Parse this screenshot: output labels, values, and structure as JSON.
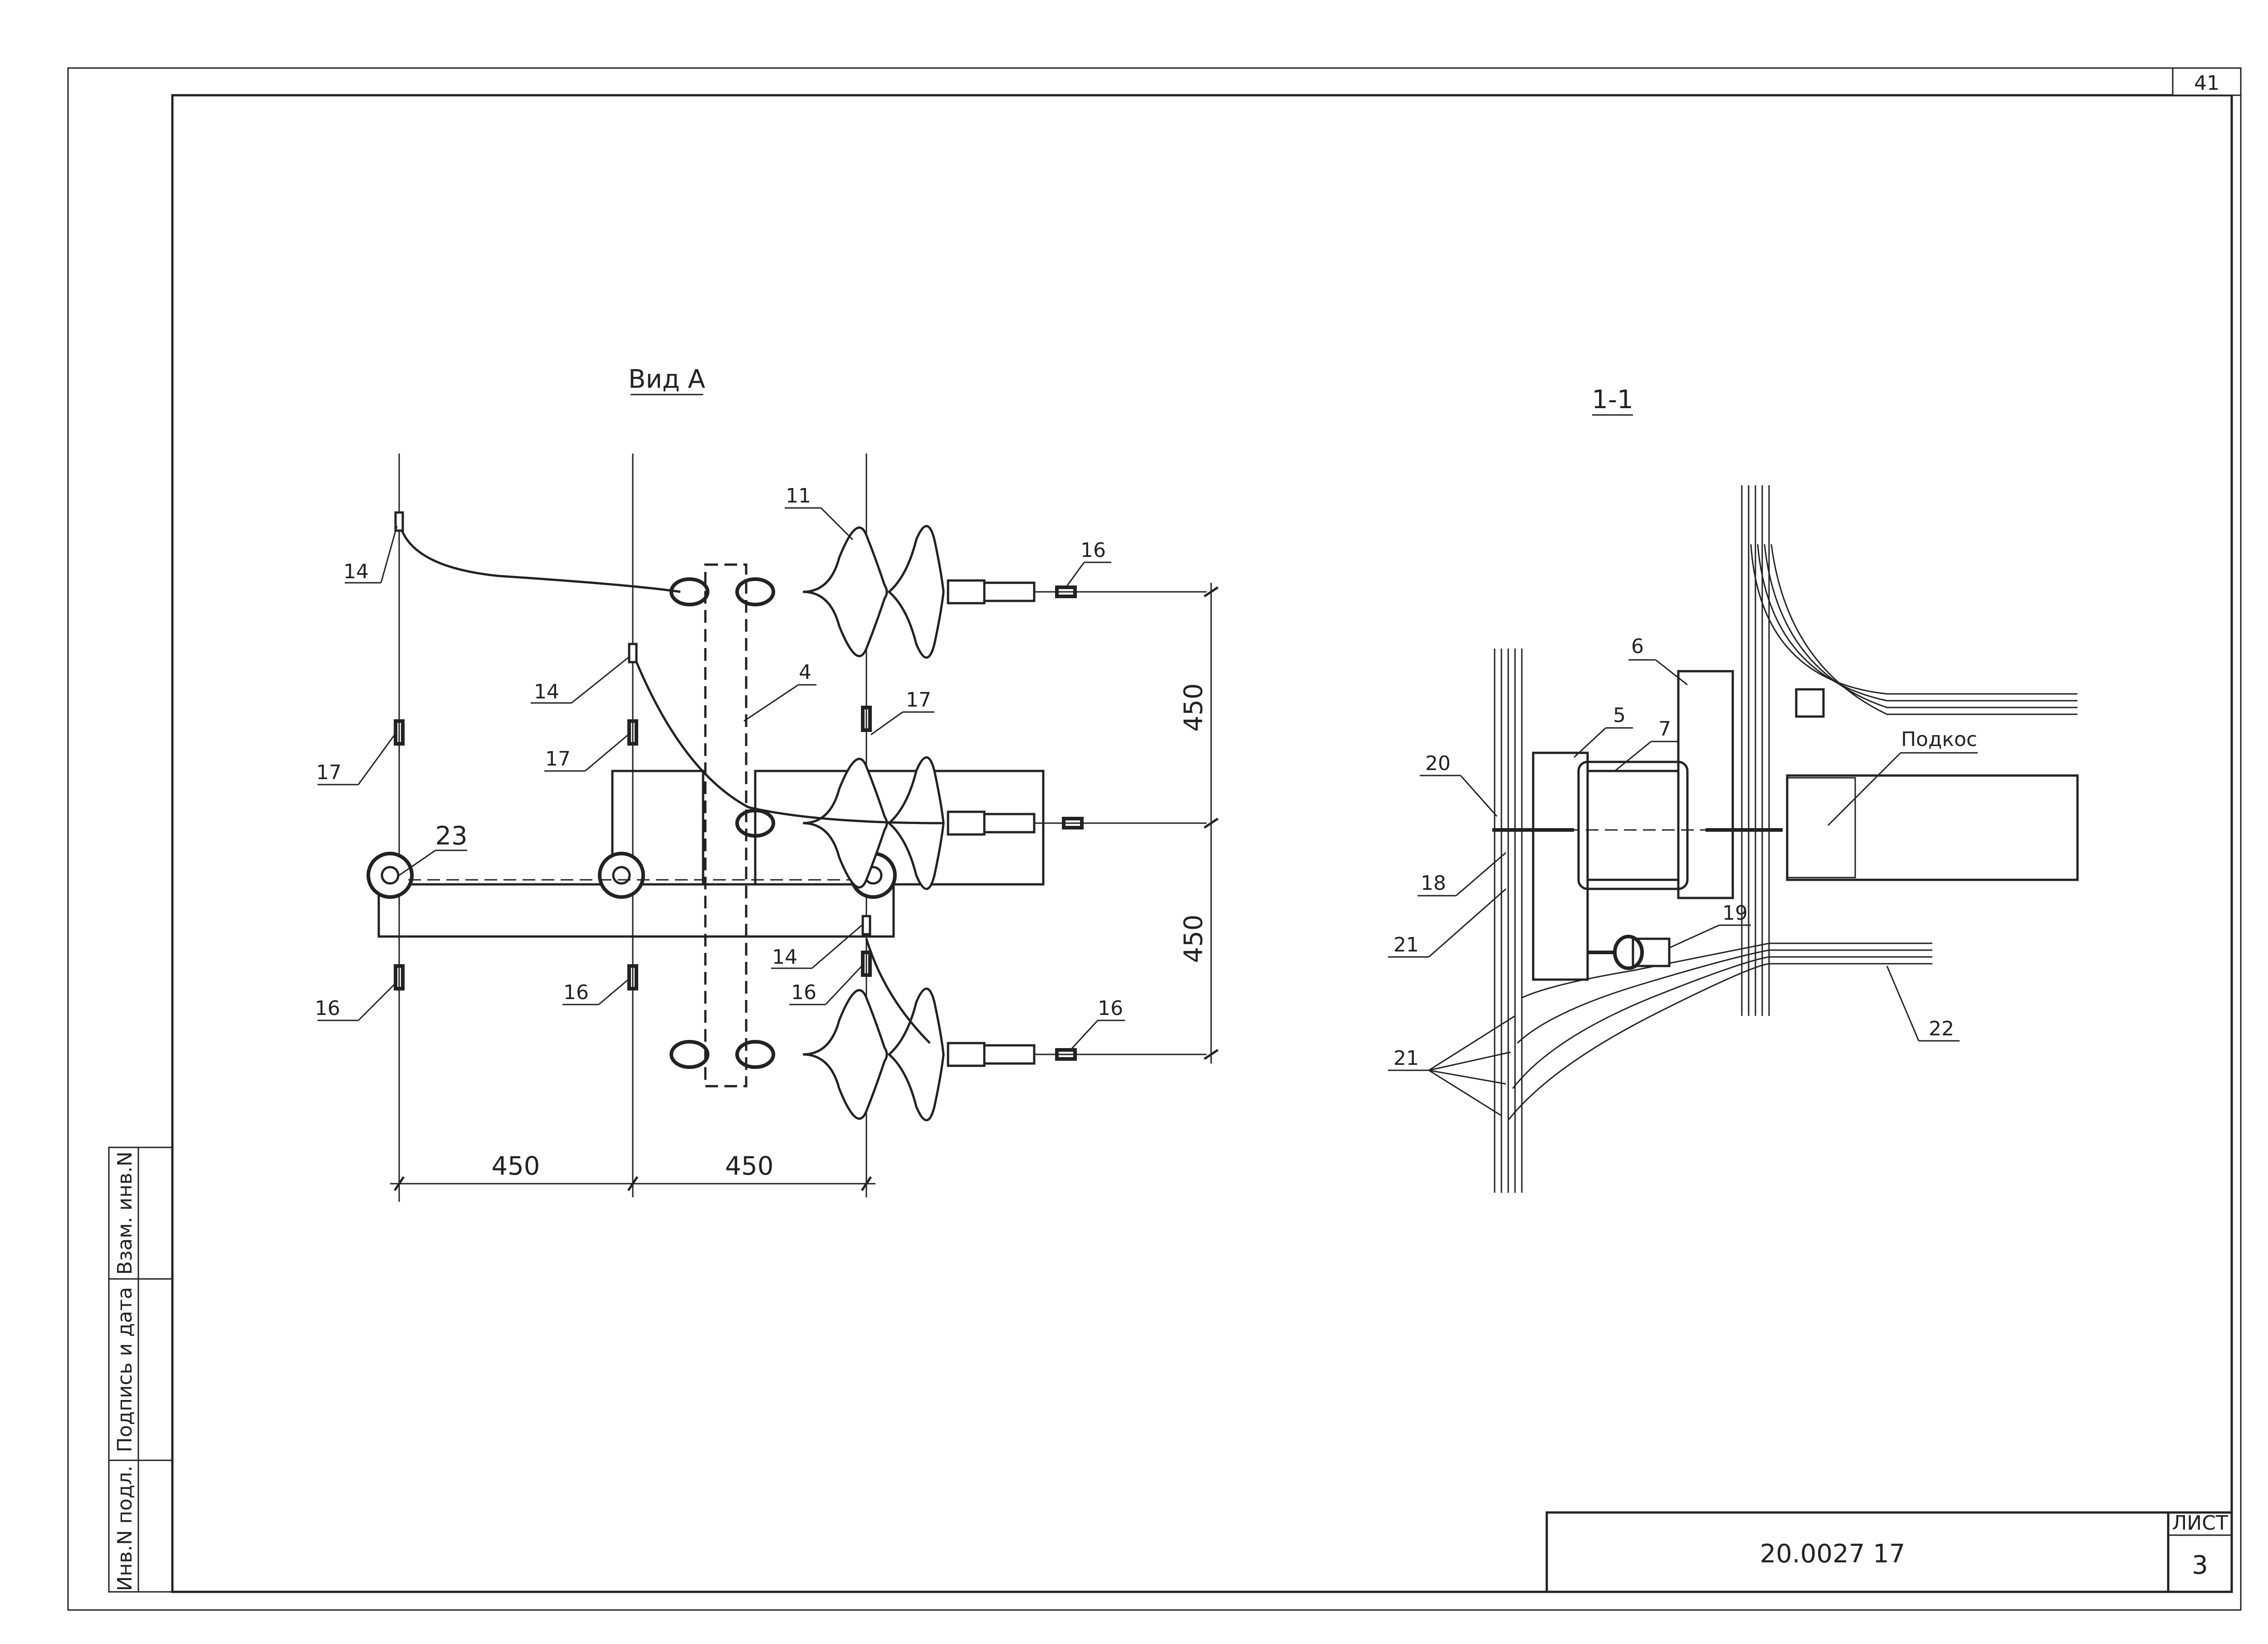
{
  "sheet": {
    "corner_number": "41",
    "sheet_label": "ЛИСТ",
    "sheet_number": "3",
    "doc_code": "20.0027 17"
  },
  "side_stamp": [
    "Инв.N подл.",
    "Подпись и дата",
    "Взам. инв.N"
  ],
  "view_a": {
    "title": "Вид А",
    "dim_h1": "450",
    "dim_h2": "450",
    "dim_v1": "450",
    "dim_v2": "450",
    "callouts": [
      "14",
      "14",
      "14",
      "17",
      "17",
      "17",
      "16",
      "16",
      "16",
      "16",
      "16",
      "23",
      "11",
      "4"
    ]
  },
  "section": {
    "title": "1-1",
    "strut_label": "Подкос",
    "callouts": [
      "6",
      "5",
      "7",
      "20",
      "18",
      "21",
      "21",
      "19",
      "22"
    ]
  },
  "colors": {
    "ink": "#222222",
    "paper": "#ffffff",
    "hatch": "#333333"
  }
}
